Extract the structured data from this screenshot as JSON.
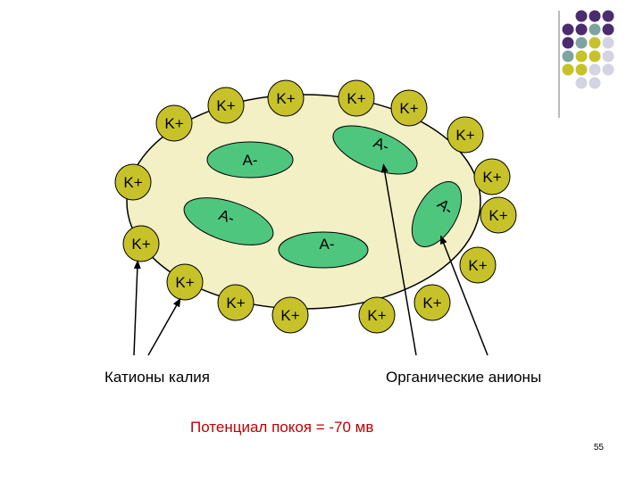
{
  "ions": {
    "k": "K+",
    "a": "A-"
  },
  "labels": {
    "cations": "Катионы калия",
    "anions": "Органические анионы"
  },
  "potential": "Потенциал покоя = -70 мв",
  "page_number": "55",
  "colors": {
    "cation_fill": "#c8c22a",
    "anion_fill": "#4ec67e",
    "cell_fill": "#f2f0c4",
    "dot_purple": "#4b2c6e",
    "dot_teal": "#7fa3a0",
    "dot_yellow": "#c8c22a",
    "dot_lavender": "#d3d3e3",
    "text_red": "#c00000"
  }
}
